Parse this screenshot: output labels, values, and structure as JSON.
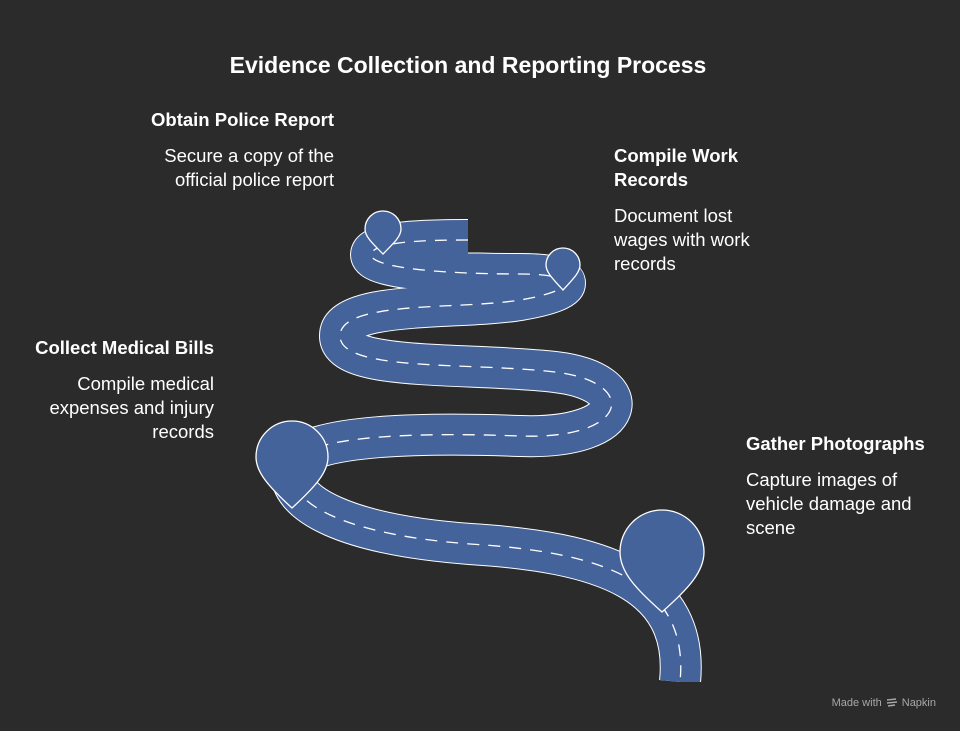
{
  "title": "Evidence Collection and Reporting Process",
  "steps": [
    {
      "title": "Obtain Police Report",
      "desc": "Secure a copy of the official police report"
    },
    {
      "title": "Compile Work Records",
      "desc": "Document lost wages with work records"
    },
    {
      "title": "Collect Medical Bills",
      "desc": "Compile medical expenses and injury records"
    },
    {
      "title": "Gather Photographs",
      "desc": "Capture images of vehicle damage and scene"
    }
  ],
  "credit": {
    "made_with": "Made with",
    "brand": "Napkin"
  },
  "colors": {
    "road": "#44639a",
    "outline": "#ffffff",
    "background": "#2b2b2b"
  }
}
